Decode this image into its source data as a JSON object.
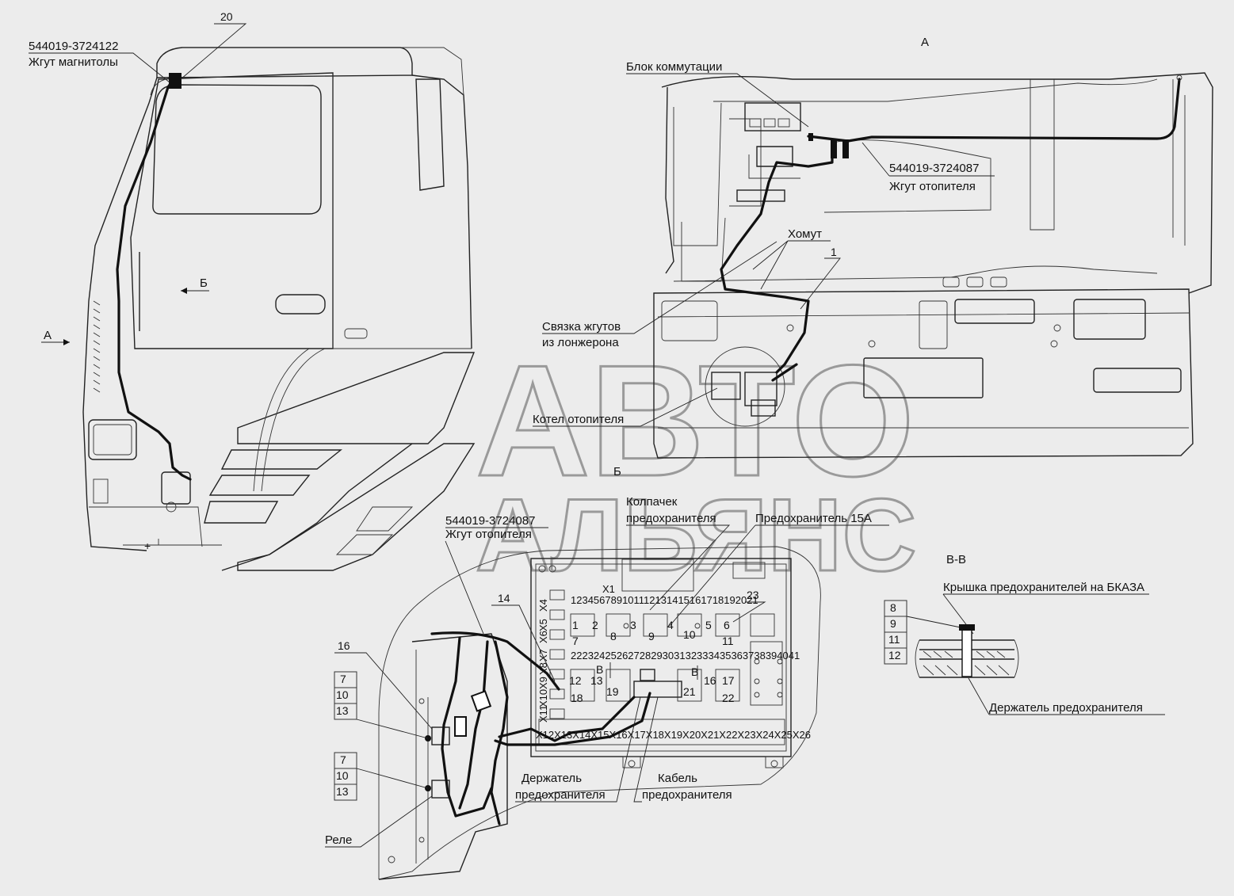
{
  "watermark": {
    "line1": "АВТО",
    "line2": "АЛЬЯНС"
  },
  "views": {
    "a": "А",
    "b": "Б",
    "vv": "В-В",
    "v": "В"
  },
  "labels": {
    "radio_harness_code": "544019-3724122",
    "radio_harness_name": "Жгут магнитолы",
    "switch_block": "Блок коммутации",
    "heater_harness_code": "544019-3724087",
    "heater_harness_name": "Жгут отопителя",
    "clamp": "Хомут",
    "bundle_line1": "Связка жгутов",
    "bundle_line2": "из лонжерона",
    "heater_boiler": "Котел отопителя",
    "fuse_cap_line1": "Колпачек",
    "fuse_cap_line2": "предохранителя",
    "fuse_15a": "Предохранитель 15А",
    "fuse_cover": "Крышка предохранителей на БКАЗА",
    "fuse_holder": "Держатель предохранителя",
    "holder_line1": "Держатель",
    "holder_line2": "предохранителя",
    "cable_line1": "Кабель",
    "cable_line2": "предохранителя",
    "relay": "Реле"
  },
  "callouts": {
    "n20": "20",
    "n1": "1",
    "n14": "14",
    "n16": "16",
    "n23": "23",
    "n7": "7",
    "n10": "10",
    "n13": "13",
    "n8": "8",
    "n9": "9",
    "n11": "11",
    "n12": "12"
  },
  "relay_groups": [
    [
      "7",
      "10",
      "13"
    ],
    [
      "7",
      "10",
      "13"
    ]
  ],
  "section_vv_items": [
    "8",
    "9",
    "11",
    "12"
  ],
  "fuse_block": {
    "top_connector": "X1",
    "side_connectors": [
      "X4",
      "X5",
      "X6",
      "X7",
      "X8",
      "X9",
      "X10",
      "X11"
    ],
    "bottom_connectors": "X12X13X14X15X16X17X18X19X20X21X22X23X24X25X26",
    "top_pins": "123456789101112131415161718192021",
    "mid_pins": "2223242526272829303132333435363738394041",
    "fuses_row1": [
      "1",
      "2",
      "3",
      "4",
      "5",
      "6"
    ],
    "fuses_row2": [
      "7",
      "8",
      "9",
      "10",
      "11"
    ],
    "fuses_row3": [
      "12",
      "13",
      "16",
      "17"
    ],
    "fuses_row4": [
      "18",
      "19",
      "21",
      "22"
    ],
    "v_marks": [
      "В",
      "В"
    ]
  }
}
